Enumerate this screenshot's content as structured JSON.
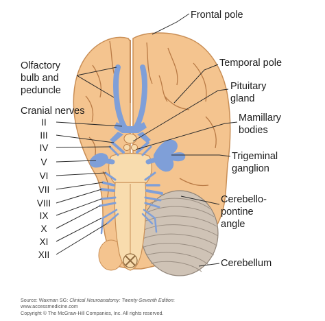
{
  "labels": {
    "frontal_pole": "Frontal pole",
    "olfactory": [
      "Olfactory",
      "bulb and",
      "peduncle"
    ],
    "temporal_pole": "Temporal pole",
    "pituitary": [
      "Pituitary",
      "gland"
    ],
    "cranial_nerves": "Cranial nerves",
    "mamillary": [
      "Mamillary",
      "bodies"
    ],
    "trigeminal": [
      "Trigeminal",
      "ganglion"
    ],
    "cerebellopontine": [
      "Cerebello-",
      "pontine",
      "angle"
    ],
    "cerebellum": "Cerebellum"
  },
  "cranial_nerves": [
    "II",
    "III",
    "IV",
    "V",
    "VI",
    "VII",
    "VIII",
    "IX",
    "X",
    "XI",
    "XII"
  ],
  "credit": {
    "source_prefix": "Source: Waxman SG: ",
    "source_title": "Clinical Neuroanatomy: Twenty-Seventh Edition",
    "source_suffix": ":",
    "url": "www.accessmedicine.com",
    "copyright": "Copyright © The McGraw-Hill Companies, Inc. All rights reserved."
  },
  "colors": {
    "cortex": "#f4c48f",
    "cortex_outline": "#c98e55",
    "sulcus": "#b97a45",
    "nerve": "#7f9fd8",
    "nerve_dark": "#5c7fc0",
    "brainstem": "#f8dcae",
    "cerebellum": "#cfc3b6"
  }
}
